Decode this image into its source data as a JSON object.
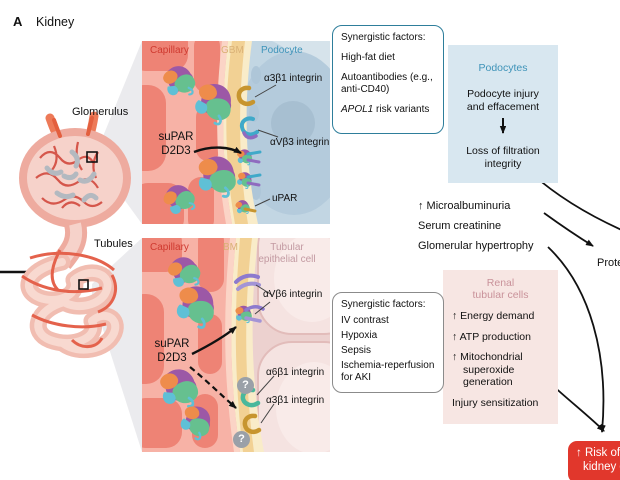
{
  "header": {
    "panel_label": "A",
    "title": "Kidney"
  },
  "anatomy": {
    "glomerulus": "Glomerulus",
    "tubules": "Tubules"
  },
  "glomerulus_panel": {
    "capillary": "Capillary",
    "gbm": "GBM",
    "podocyte": "Podocyte",
    "ligand1": "suPAR",
    "ligand2": "D2D3",
    "a3b1": "α3β1 integrin",
    "avb3": "αVβ3 integrin",
    "upar": "uPAR"
  },
  "tubule_panel": {
    "capillary": "Capillary",
    "bm": "BM",
    "cell1": "Tubular",
    "cell2": "epithelial cell",
    "ligand1": "suPAR",
    "ligand2": "D2D3",
    "avb6": "αVβ6 integrin",
    "a6b1": "α6β1 integrin",
    "a3b1": "α3β1 integrin",
    "question": "?"
  },
  "synergistic_glomerular": {
    "title": "Synergistic factors:",
    "item1": "High-fat diet",
    "item2": "Autoantibodies (e.g., anti-CD40)",
    "item3_gene": "APOL1",
    "item3_rest": " risk variants"
  },
  "podocytes_box": {
    "title": "Podocytes",
    "step1": "Podocyte injury and effacement",
    "step2": "Loss of filtration integrity"
  },
  "outcomes": {
    "item1": "↑ Microalbuminuria",
    "item2": "Serum creatinine",
    "item3": "Glomerular hypertrophy"
  },
  "proteinuria": "Proteinuria",
  "synergistic_tubular": {
    "title": "Synergistic factors:",
    "item1": "IV contrast",
    "item2": "Hypoxia",
    "item3": "Sepsis",
    "item4": "Ischemia-reperfusion for AKI"
  },
  "renal_box": {
    "title1": "Renal",
    "title2": "tubular cells",
    "item1": "↑ Energy demand",
    "item2": "↑ ATP production",
    "item3": "↑ Mitochondrial superoxide generation",
    "item4": "Injury sensitization"
  },
  "risk_box": {
    "line1": "↑ Risk of",
    "line2": "kidney disease"
  },
  "colors": {
    "capillary_label": "#cf3a30",
    "gbm_label": "#d9b176",
    "podocyte_label": "#3f94ba",
    "tubular_label": "#c39aa2",
    "podocytes_box_bg": "#d8e7f0",
    "renal_box_bg": "#f7e6e3",
    "risk_red": "#e1372c",
    "teal_border": "#2e7e9b"
  }
}
